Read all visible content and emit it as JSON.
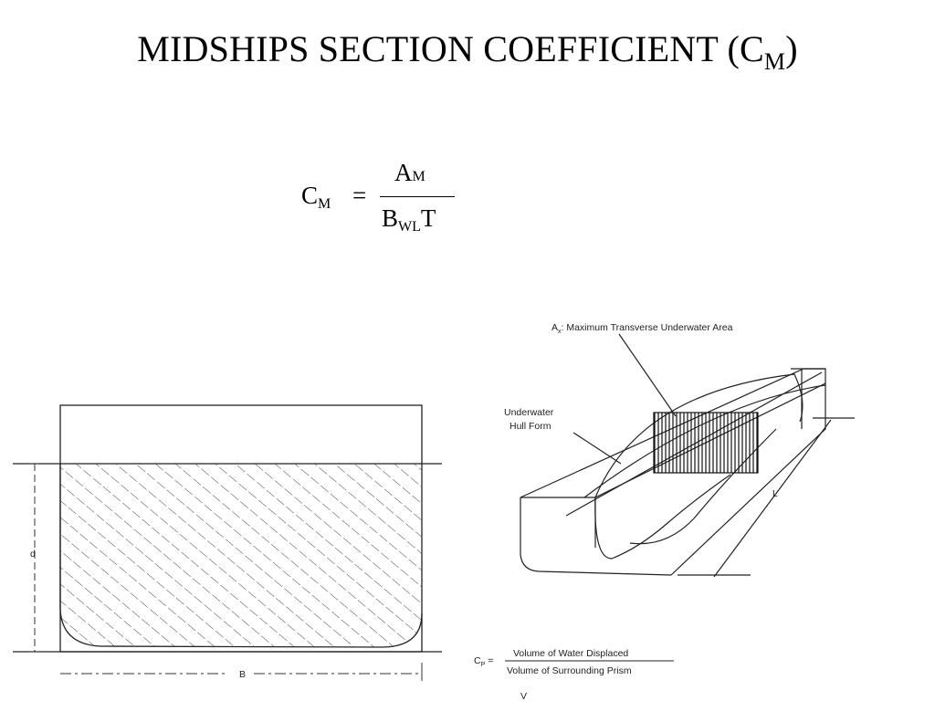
{
  "slide": {
    "title_main": "MIDSHIPS SECTION COEFFICIENT (C",
    "title_sub": "M",
    "title_close": ")"
  },
  "formula": {
    "lhs": "C",
    "lhs_sub": "M",
    "equals": "=",
    "numerator": "A",
    "numerator_sub": "M",
    "denominator_a": "B",
    "denominator_sub": "WL",
    "denominator_b": "T"
  },
  "section_diagram": {
    "depth_label": "d",
    "breadth_label": "B"
  },
  "hull_diagram": {
    "area_label": "A",
    "area_label_sub": "x",
    "area_label_rest": ": Maximum Transverse Underwater Area",
    "hull_label_line1": "Underwater",
    "hull_label_line2": "Hull Form",
    "length_label": "L"
  },
  "cp_formula": {
    "lhs": "C",
    "lhs_sub": "P",
    "equals": "=",
    "numerator": "Volume of Water Displaced",
    "denominator": "Volume of Surrounding Prism",
    "next_line": "V"
  }
}
